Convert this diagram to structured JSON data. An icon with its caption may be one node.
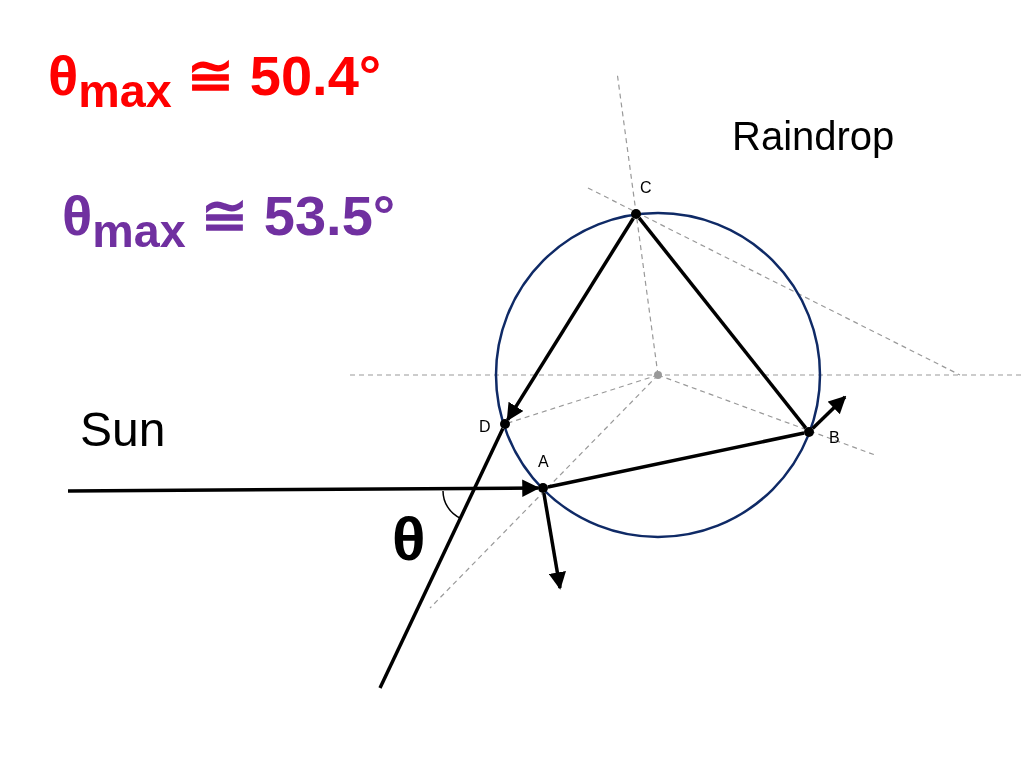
{
  "diagram": {
    "nodes": [
      {
        "text": [
          "A"
        ]
      },
      {
        "text": [
          "B"
        ]
      },
      {
        "text": [
          "C"
        ]
      },
      {
        "text": [
          "D"
        ]
      }
    ],
    "edges": [
      {
        "from": null,
        "to": 0,
        "arrow": "to"
      },
      {
        "from": 0,
        "to": 1,
        "arrow": "none"
      },
      {
        "from": 1,
        "to": 2,
        "arrow": "none"
      },
      {
        "from": 2,
        "to": 3,
        "arrow": "to"
      },
      {
        "from": 3,
        "to": null,
        "arrow": "none"
      },
      {
        "from": 0,
        "to": null,
        "arrow": "to"
      },
      {
        "from": 1,
        "to": null,
        "arrow": "to"
      }
    ],
    "labels": [
      "θ$_{max}$ ≅ 50.4°",
      "θ$_{max}$ ≅ 53.5°",
      "Raindrop",
      "Sun",
      "θ"
    ]
  }
}
